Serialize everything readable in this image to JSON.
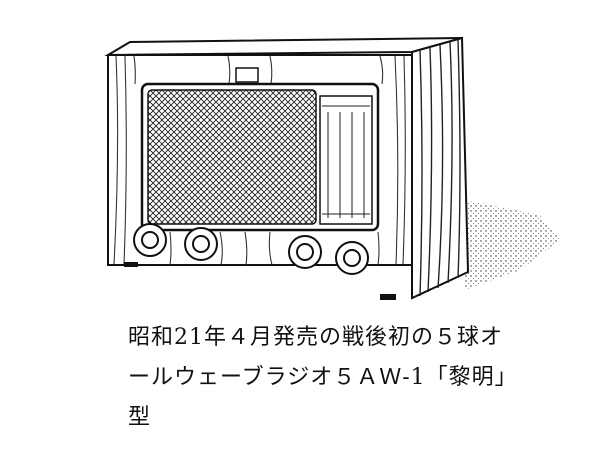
{
  "figure": {
    "subject": "radio-illustration",
    "caption_lines": [
      "昭和21年４月発売の戦後初の５球オ",
      "ールウェーブラジオ５ＡＷ-1「黎明」",
      "型"
    ]
  }
}
